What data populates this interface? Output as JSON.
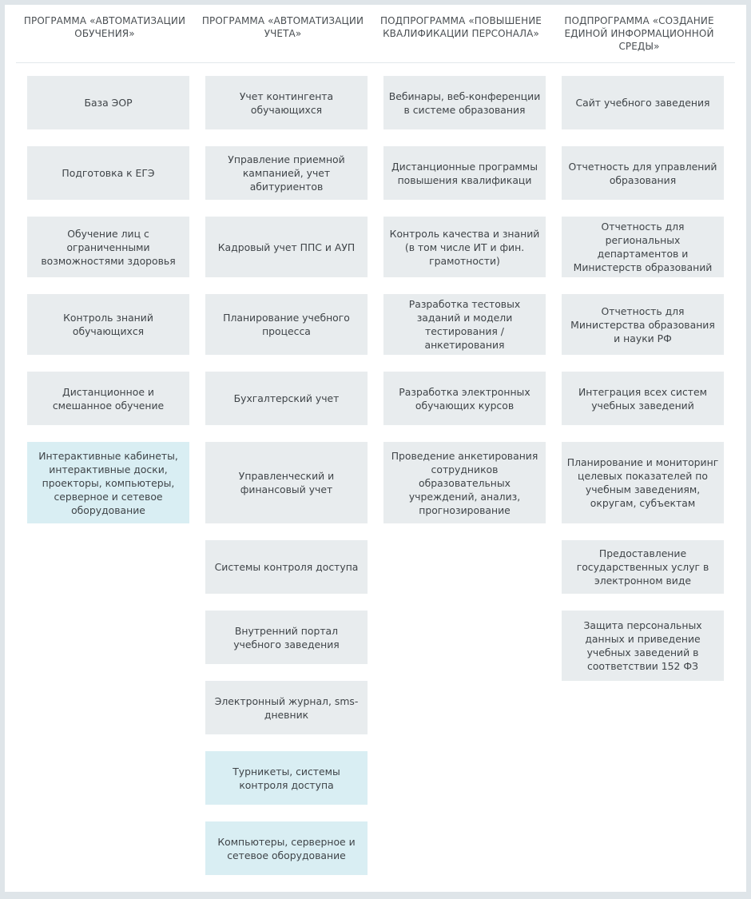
{
  "columns": [
    {
      "header": "Программа «Автоматизации обучения»",
      "items": [
        {
          "label": "База ЭОР",
          "highlight": false
        },
        {
          "label": "Подготовка к ЕГЭ",
          "highlight": false
        },
        {
          "label": "Обучение лиц с ограниченными возможностями здоровья",
          "highlight": false
        },
        {
          "label": "Контроль знаний обучающихся",
          "highlight": false
        },
        {
          "label": "Дистанционное и смешанное обучение",
          "highlight": false
        },
        {
          "label": "Интерактивные кабинеты, интерактивные доски, проекторы, компьютеры, серверное и сетевое оборудование",
          "highlight": true
        }
      ]
    },
    {
      "header": "Программа «Автоматизации учета»",
      "items": [
        {
          "label": "Учет контингента обучающихся",
          "highlight": false
        },
        {
          "label": "Управление приемной кампанией, учет абитуриентов",
          "highlight": false
        },
        {
          "label": "Кадровый учет ППС и АУП",
          "highlight": false
        },
        {
          "label": "Планирование учебного процесса",
          "highlight": false
        },
        {
          "label": "Бухгалтерский учет",
          "highlight": false
        },
        {
          "label": "Управленческий и финансовый учет",
          "highlight": false
        },
        {
          "label": "Системы контроля доступа",
          "highlight": false
        },
        {
          "label": "Внутренний портал учебного заведения",
          "highlight": false
        },
        {
          "label": "Электронный журнал, sms-дневник",
          "highlight": false
        },
        {
          "label": "Турникеты, системы контроля доступа",
          "highlight": true
        },
        {
          "label": "Компьютеры, серверное и сетевое оборудование",
          "highlight": true
        }
      ]
    },
    {
      "header": "Подпрограмма «Повышение квалификации персонала»",
      "items": [
        {
          "label": "Вебинары, веб-конференции в системе образования",
          "highlight": false
        },
        {
          "label": "Дистанционные программы повышения квалификаци",
          "highlight": false
        },
        {
          "label": "Контроль качества и знаний (в том числе ИТ и фин. грамотности)",
          "highlight": false
        },
        {
          "label": "Разработка тестовых заданий и модели тестирования / анкетирования",
          "highlight": false
        },
        {
          "label": "Разработка электронных обучающих курсов",
          "highlight": false
        },
        {
          "label": "Проведение анкетирования сотрудников образовательных учреждений, анализ, прогнозирование",
          "highlight": false
        }
      ]
    },
    {
      "header": "Подпрограмма «Создание единой информационной среды»",
      "items": [
        {
          "label": "Сайт учебного заведения",
          "highlight": false
        },
        {
          "label": "Отчетность для управлений образования",
          "highlight": false
        },
        {
          "label": "Отчетность для региональных департаментов и Министерств образований",
          "highlight": false
        },
        {
          "label": "Отчетность для Министерства образования и науки РФ",
          "highlight": false
        },
        {
          "label": "Интеграция всех систем учебных заведений",
          "highlight": false
        },
        {
          "label": "Планирование и мониторинг целевых показателей по учебным заведениям, округам, субъектам",
          "highlight": false
        },
        {
          "label": "Предоставление государственных услуг в электронном виде",
          "highlight": false
        },
        {
          "label": "Защита персональных данных и приведение учебных заведений в соответствии 152 ФЗ",
          "highlight": false
        }
      ]
    }
  ],
  "colors": {
    "card": "#e8ecee",
    "card_highlight": "#d9eef3",
    "frame": "#dfe5e9"
  }
}
